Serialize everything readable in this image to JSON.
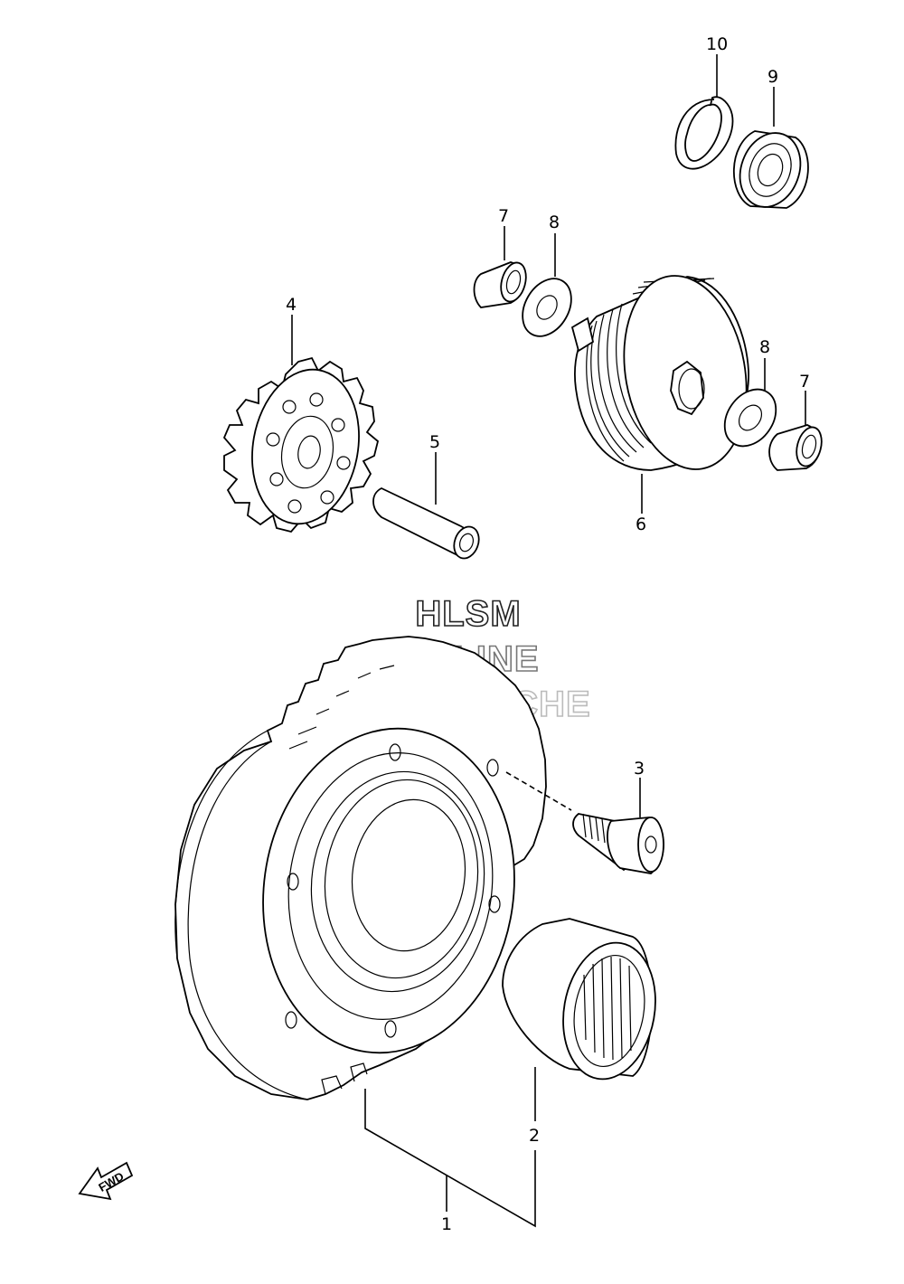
{
  "callouts": {
    "c1": "1",
    "c2": "2",
    "c3": "3",
    "c4": "4",
    "c5": "5",
    "c6": "6",
    "c7a": "7",
    "c7b": "7",
    "c8a": "8",
    "c8b": "8",
    "c9": "9",
    "c10": "10"
  },
  "watermark": {
    "line1": "HLSM",
    "line2": "ONLINE",
    "line3": "MICROFICHE"
  },
  "fwd_label": "FWD",
  "colors": {
    "line": "#000000",
    "background": "#ffffff"
  }
}
